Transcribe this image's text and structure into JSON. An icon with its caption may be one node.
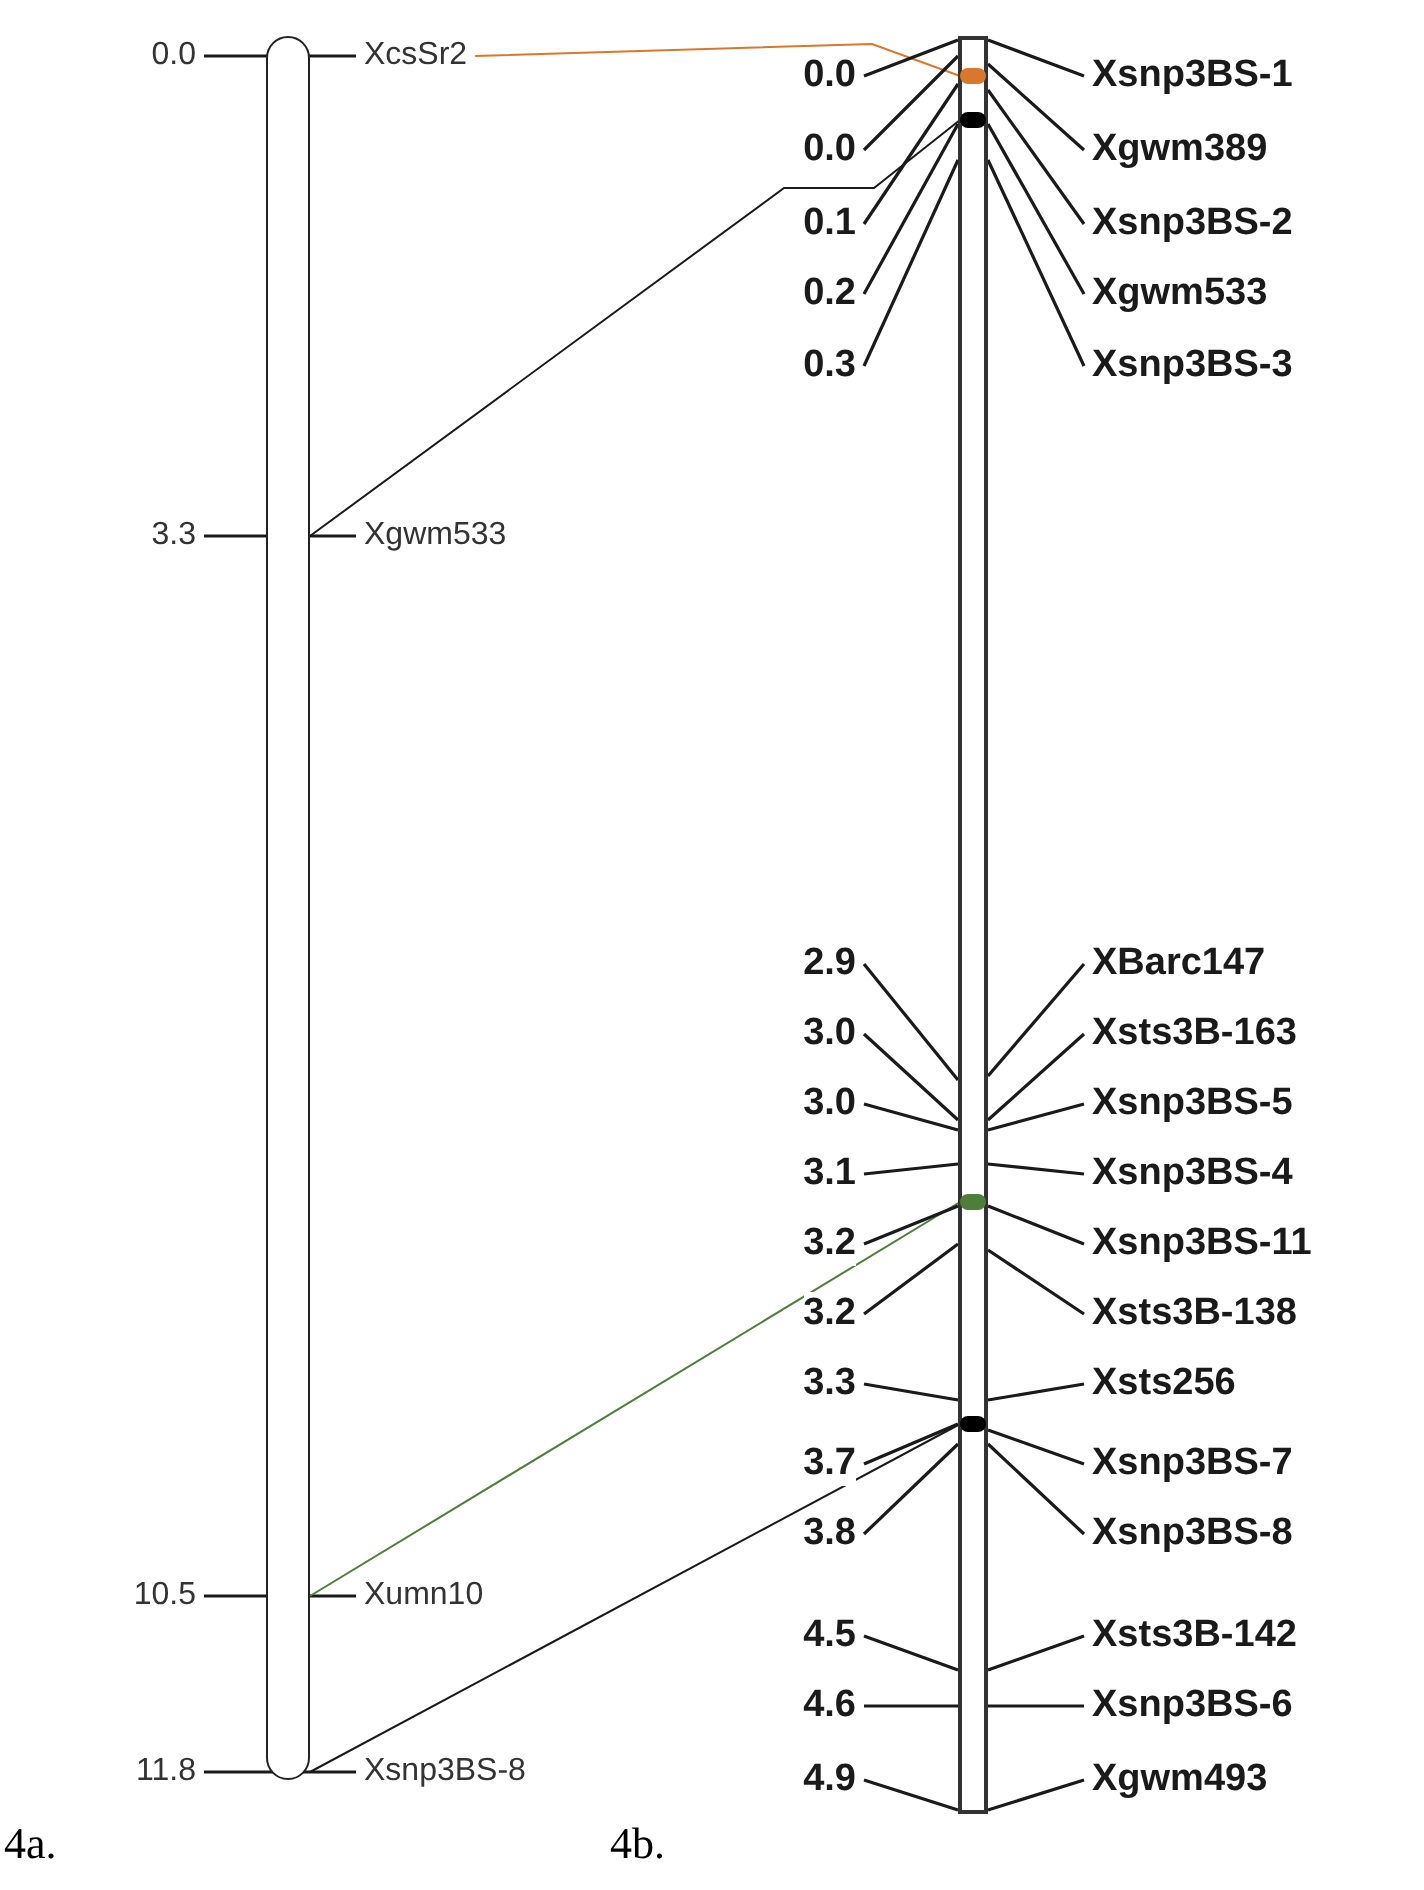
{
  "diagram": {
    "nodes": [
      {
        "text": [],
        "shape": "bar"
      },
      {
        "text": [],
        "shape": "bar"
      },
      {
        "text": [],
        "shape": "circle",
        "in": 1
      },
      {
        "text": [],
        "shape": "circle",
        "in": 1
      },
      {
        "text": [],
        "shape": "circle",
        "in": 1
      },
      {
        "text": [],
        "shape": "circle",
        "in": 1
      },
      {
        "text": [
          "0.0"
        ]
      },
      {
        "text": [
          "3.3"
        ]
      },
      {
        "text": [
          "10.5"
        ]
      },
      {
        "text": [
          "11.8"
        ]
      },
      {
        "text": [
          "XcsSr2"
        ]
      },
      {
        "text": [
          "Xgwm533"
        ]
      },
      {
        "text": [
          "Xumn10"
        ]
      },
      {
        "text": [
          "Xsnp3BS-8"
        ]
      },
      {
        "text": [
          "0.0"
        ]
      },
      {
        "text": [
          "0.0"
        ]
      },
      {
        "text": [
          "0.1"
        ]
      },
      {
        "text": [
          "0.2"
        ]
      },
      {
        "text": [
          "0.3"
        ]
      },
      {
        "text": [
          "2.9"
        ]
      },
      {
        "text": [
          "3.0"
        ]
      },
      {
        "text": [
          "3.0"
        ]
      },
      {
        "text": [
          "3.1"
        ]
      },
      {
        "text": [
          "3.2"
        ]
      },
      {
        "text": [
          "3.2"
        ]
      },
      {
        "text": [
          "3.3"
        ]
      },
      {
        "text": [
          "3.7"
        ]
      },
      {
        "text": [
          "3.8"
        ]
      },
      {
        "text": [
          "4.5"
        ]
      },
      {
        "text": [
          "4.6"
        ]
      },
      {
        "text": [
          "4.9"
        ]
      },
      {
        "text": [
          "Xsnp3BS-1"
        ]
      },
      {
        "text": [
          "Xgwm389"
        ]
      },
      {
        "text": [
          "Xsnp3BS-2"
        ]
      },
      {
        "text": [
          "Xgwm533"
        ]
      },
      {
        "text": [
          "Xsnp3BS-3"
        ]
      },
      {
        "text": [
          "XBarc147"
        ]
      },
      {
        "text": [
          "Xsts3B-163"
        ]
      },
      {
        "text": [
          "Xsnp3BS-5"
        ]
      },
      {
        "text": [
          "Xsnp3BS-4"
        ]
      },
      {
        "text": [
          "Xsnp3BS-11"
        ]
      },
      {
        "text": [
          "Xsts3B-138"
        ]
      },
      {
        "text": [
          "Xsts256"
        ]
      },
      {
        "text": [
          "Xsnp3BS-7"
        ]
      },
      {
        "text": [
          "Xsnp3BS-8"
        ]
      },
      {
        "text": [
          "Xsts3B-142"
        ]
      },
      {
        "text": [
          "Xsnp3BS-6"
        ]
      },
      {
        "text": [
          "Xgwm493"
        ]
      }
    ],
    "edges": [
      {
        "from": 6,
        "to": 10,
        "arrow": "none"
      },
      {
        "from": 7,
        "to": 11,
        "arrow": "none"
      },
      {
        "from": 8,
        "to": 12,
        "arrow": "none"
      },
      {
        "from": 9,
        "to": 13,
        "arrow": "none"
      },
      {
        "from": 10,
        "to": 2,
        "arrow": "none",
        "color": "#d9782c"
      },
      {
        "from": 0,
        "to": 3,
        "arrow": "none"
      },
      {
        "from": 0,
        "to": 4,
        "arrow": "none",
        "color": "#4f7d3a"
      },
      {
        "from": 0,
        "to": 5,
        "arrow": "none"
      },
      {
        "from": 14,
        "to": 1,
        "arrow": "none"
      },
      {
        "from": 15,
        "to": 1,
        "arrow": "none"
      },
      {
        "from": 16,
        "to": 1,
        "arrow": "none"
      },
      {
        "from": 17,
        "to": 1,
        "arrow": "none"
      },
      {
        "from": 18,
        "to": 1,
        "arrow": "none"
      },
      {
        "from": 19,
        "to": 1,
        "arrow": "none"
      },
      {
        "from": 20,
        "to": 1,
        "arrow": "none"
      },
      {
        "from": 21,
        "to": 1,
        "arrow": "none"
      },
      {
        "from": 22,
        "to": 1,
        "arrow": "none"
      },
      {
        "from": 23,
        "to": 1,
        "arrow": "none"
      },
      {
        "from": 24,
        "to": 1,
        "arrow": "none"
      },
      {
        "from": 25,
        "to": 1,
        "arrow": "none"
      },
      {
        "from": 26,
        "to": 1,
        "arrow": "none"
      },
      {
        "from": 27,
        "to": 1,
        "arrow": "none"
      },
      {
        "from": 28,
        "to": 1,
        "arrow": "none"
      },
      {
        "from": 29,
        "to": 1,
        "arrow": "none"
      },
      {
        "from": 30,
        "to": 1,
        "arrow": "none"
      },
      {
        "from": 31,
        "to": 1,
        "arrow": "none"
      },
      {
        "from": 32,
        "to": 1,
        "arrow": "none"
      },
      {
        "from": 33,
        "to": 1,
        "arrow": "none"
      },
      {
        "from": 34,
        "to": 1,
        "arrow": "none"
      },
      {
        "from": 35,
        "to": 1,
        "arrow": "none"
      },
      {
        "from": 36,
        "to": 1,
        "arrow": "none"
      },
      {
        "from": 37,
        "to": 1,
        "arrow": "none"
      },
      {
        "from": 38,
        "to": 1,
        "arrow": "none"
      },
      {
        "from": 39,
        "to": 1,
        "arrow": "none"
      },
      {
        "from": 40,
        "to": 1,
        "arrow": "none"
      },
      {
        "from": 41,
        "to": 1,
        "arrow": "none"
      },
      {
        "from": 42,
        "to": 1,
        "arrow": "none"
      },
      {
        "from": 43,
        "to": 1,
        "arrow": "none"
      },
      {
        "from": 44,
        "to": 1,
        "arrow": "none"
      },
      {
        "from": 45,
        "to": 1,
        "arrow": "none"
      },
      {
        "from": 46,
        "to": 1,
        "arrow": "none"
      },
      {
        "from": 47,
        "to": 1,
        "arrow": "none"
      }
    ],
    "labels": [
      "4a.",
      "4b."
    ]
  }
}
